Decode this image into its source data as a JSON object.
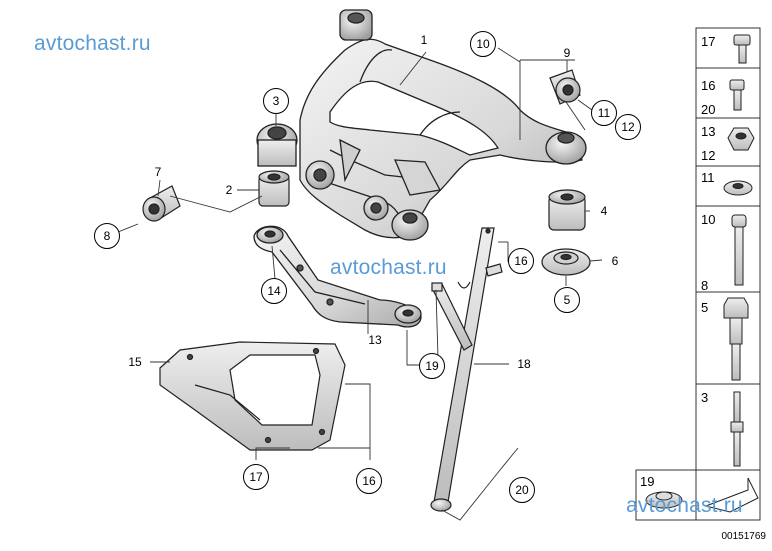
{
  "diagram": {
    "watermark": "avtochast.ru",
    "doc_code": "00151769",
    "callouts": [
      {
        "num": "1",
        "circled": false
      },
      {
        "num": "2",
        "circled": false
      },
      {
        "num": "3",
        "circled": true
      },
      {
        "num": "4",
        "circled": false
      },
      {
        "num": "5",
        "circled": true
      },
      {
        "num": "6",
        "circled": false
      },
      {
        "num": "7",
        "circled": false
      },
      {
        "num": "8",
        "circled": true
      },
      {
        "num": "9",
        "circled": false
      },
      {
        "num": "10",
        "circled": true
      },
      {
        "num": "11",
        "circled": true
      },
      {
        "num": "12",
        "circled": true
      },
      {
        "num": "13",
        "circled": false
      },
      {
        "num": "14",
        "circled": true
      },
      {
        "num": "15",
        "circled": false
      },
      {
        "num": "16",
        "circled": true
      },
      {
        "num": "16",
        "circled": true
      },
      {
        "num": "17",
        "circled": true
      },
      {
        "num": "18",
        "circled": false
      },
      {
        "num": "19",
        "circled": true
      },
      {
        "num": "20",
        "circled": true
      }
    ],
    "legend": [
      {
        "labels": [
          "17"
        ]
      },
      {
        "labels": [
          "16",
          "20"
        ]
      },
      {
        "labels": [
          "13",
          "12"
        ]
      },
      {
        "labels": [
          "11"
        ]
      },
      {
        "labels": [
          "10",
          "8"
        ]
      },
      {
        "labels": [
          "5"
        ]
      },
      {
        "labels": [
          "3"
        ]
      },
      {
        "labels": [
          "19"
        ]
      }
    ]
  }
}
